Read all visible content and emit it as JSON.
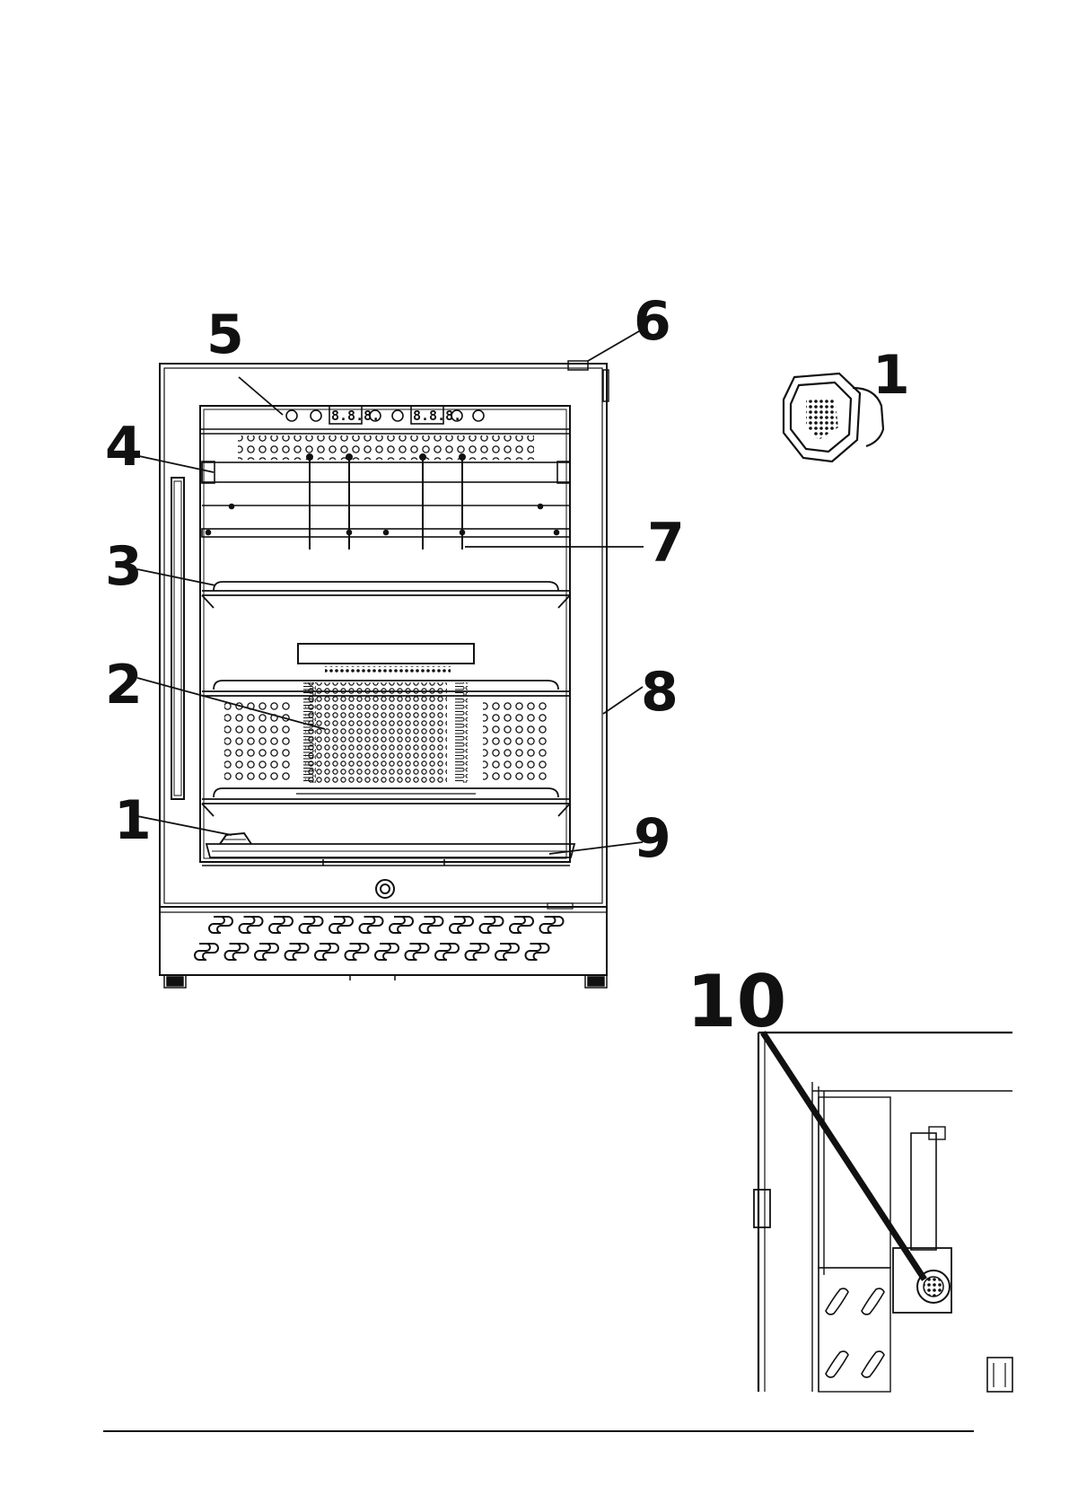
{
  "colors": {
    "line": "#111111",
    "background": "#ffffff",
    "panel": "#ffffff"
  },
  "callouts": {
    "c1": "1",
    "c2": "2",
    "c3": "3",
    "c4": "4",
    "c5": "5",
    "c6": "6",
    "c7": "7",
    "c8": "8",
    "c9": "9",
    "c10": "10",
    "c1_detail": "1"
  },
  "control_panel": {
    "display_left": "8.8.8.",
    "display_right": "8.8.8."
  },
  "icons": [
    "humidity-filter-icon",
    "lock-icon"
  ]
}
